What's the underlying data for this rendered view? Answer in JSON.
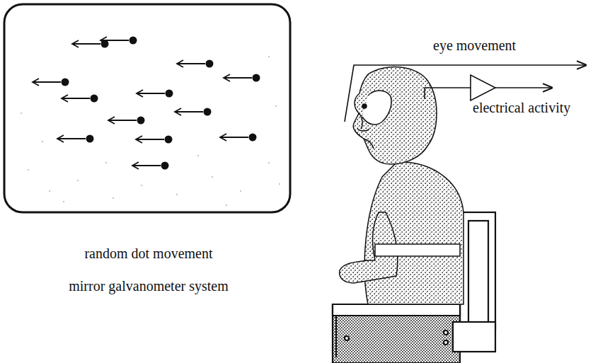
{
  "diagram": {
    "labels": [
      "eye movement",
      "electrical activity",
      "random dot movement",
      "mirror galvanometer system"
    ]
  }
}
